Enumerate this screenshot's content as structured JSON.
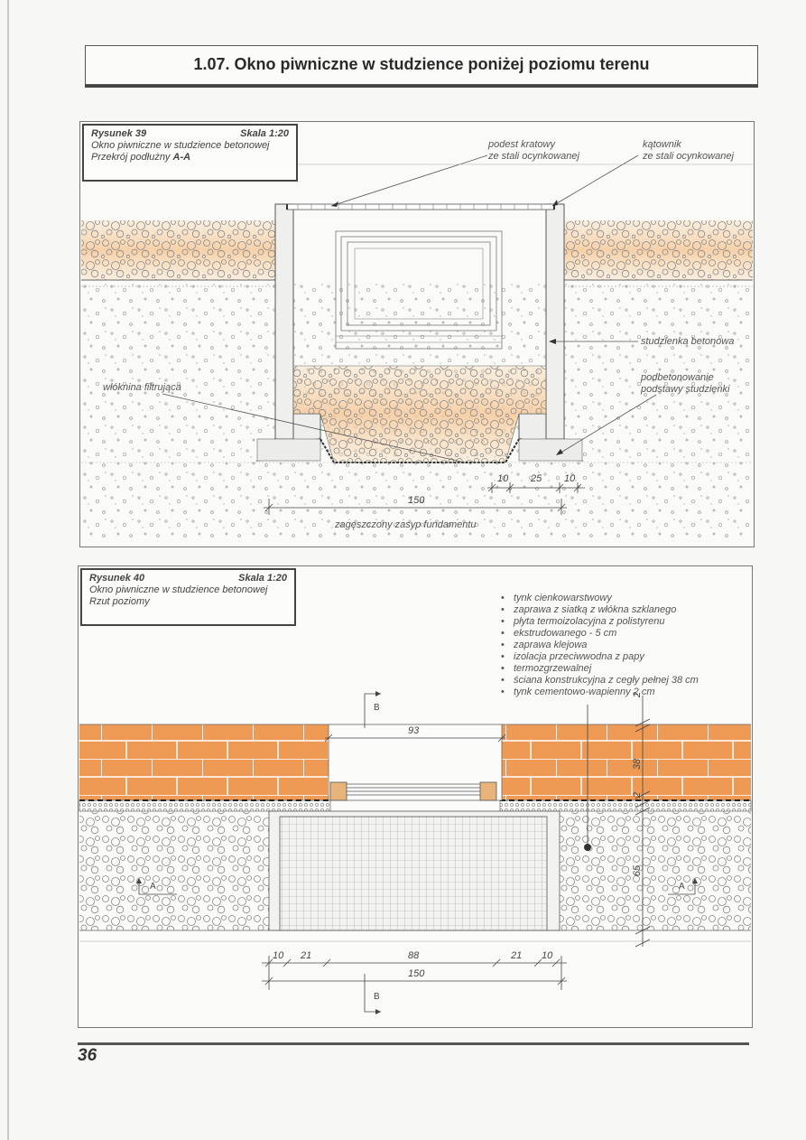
{
  "header": {
    "title": "1.07.  Okno piwniczne w studzience poniżej poziomu terenu"
  },
  "figure39": {
    "label": "Rysunek 39",
    "scale": "Skala 1:20",
    "line2": "Okno piwniczne w studzience betonowej",
    "line3_prefix": "Przekrój podłużny ",
    "line3_section": "A-A",
    "callouts": {
      "grating_1": "podest kratowy",
      "grating_2": "ze stali ocynkowanej",
      "angle_1": "kątownik",
      "angle_2": "ze stali ocynkowanej",
      "well": "studzienka betonowa",
      "base_1": "podbetonowanie",
      "base_2": "podstawy studzienki",
      "fabric": "włóknina filtrująca",
      "backfill": "zagęszczony zasyp fundamentu"
    },
    "dimensions": {
      "d1": "10",
      "d2": "25",
      "d3": "10",
      "total": "150"
    }
  },
  "figure40": {
    "label": "Rysunek 40",
    "scale": "Skala 1:20",
    "line2": "Okno piwniczne w studzience betonowej",
    "line3": "Rzut poziomy",
    "layers": [
      "tynk cienkowarstwowy",
      "zaprawa z siatką z włókna szklanego",
      "płyta termoizolacyjna z polistyrenu",
      "ekstrudowanego - 5 cm",
      "zaprawa klejowa",
      "izolacja przeciwwodna z papy",
      "termozgrzewalnej",
      "ściana konstrukcyjna z cegły pełnej 38 cm",
      "tynk cementowo-wapienny 2 cm"
    ],
    "section_b": "B",
    "section_a": "A",
    "dimensions": {
      "opening": "93",
      "wall_top": "2",
      "wall": "38",
      "insul": "2",
      "depth": "65",
      "b1": "10",
      "b2": "21",
      "b3": "88",
      "b4": "21",
      "b5": "10",
      "total": "150"
    }
  },
  "footer": {
    "page_number": "36"
  },
  "colors": {
    "brick": "#ee9a55",
    "gravel_tint": "#f7d8b0",
    "ink": "#444444"
  }
}
